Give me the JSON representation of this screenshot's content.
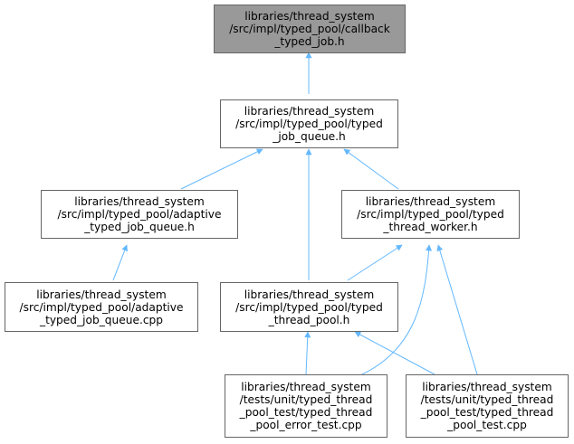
{
  "graph": {
    "edge_color": "#63b8ff",
    "root_fill": "#999999",
    "node_border": "#666666",
    "nodes": {
      "callback_typed_job_h": [
        "libraries/thread_system",
        "/src/impl/typed_pool/callback",
        "_typed_job.h"
      ],
      "typed_job_queue_h": [
        "libraries/thread_system",
        "/src/impl/typed_pool/typed",
        "_job_queue.h"
      ],
      "adaptive_typed_job_queue_h": [
        "libraries/thread_system",
        "/src/impl/typed_pool/adaptive",
        "_typed_job_queue.h"
      ],
      "typed_thread_worker_h": [
        "libraries/thread_system",
        "/src/impl/typed_pool/typed",
        "_thread_worker.h"
      ],
      "adaptive_typed_job_queue_cpp": [
        "libraries/thread_system",
        "/src/impl/typed_pool/adaptive",
        "_typed_job_queue.cpp"
      ],
      "typed_thread_pool_h": [
        "libraries/thread_system",
        "/src/impl/typed_pool/typed",
        "_thread_pool.h"
      ],
      "typed_thread_pool_error_test_cpp": [
        "libraries/thread_system",
        "/tests/unit/typed_thread",
        "_pool_test/typed_thread",
        "_pool_error_test.cpp"
      ],
      "typed_thread_pool_test_cpp": [
        "libraries/thread_system",
        "/tests/unit/typed_thread",
        "_pool_test/typed_thread",
        "_pool_test.cpp"
      ]
    }
  }
}
